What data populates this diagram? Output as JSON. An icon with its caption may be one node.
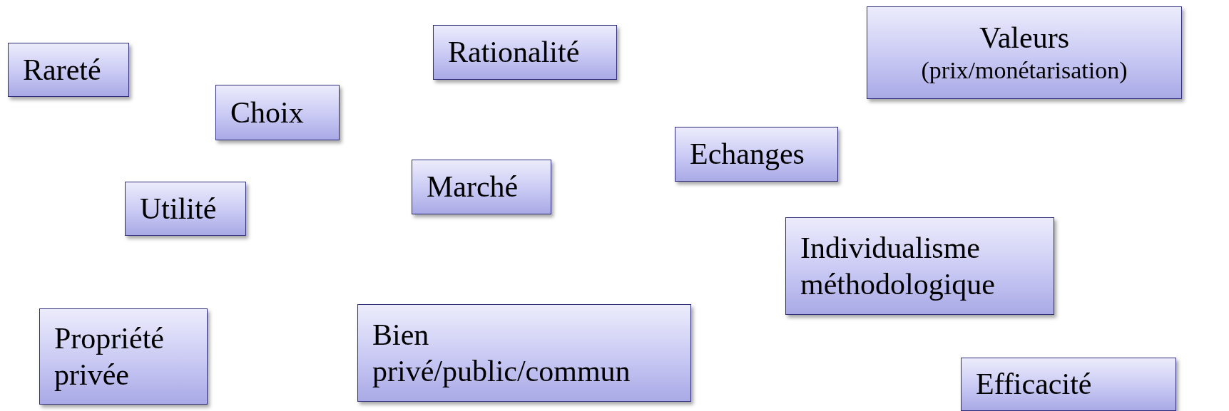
{
  "diagram": {
    "nodes": [
      {
        "text": [
          "Valeurs",
          "(prix/monétarisation)"
        ]
      },
      {
        "text": [
          "Rationalité"
        ]
      },
      {
        "text": [
          "Rareté"
        ]
      },
      {
        "text": [
          "Choix"
        ]
      },
      {
        "text": [
          "Echanges"
        ]
      },
      {
        "text": [
          "Marché"
        ]
      },
      {
        "text": [
          "Utilité"
        ]
      },
      {
        "text": [
          "Individualisme méthodologique"
        ]
      },
      {
        "text": [
          "Bien privé/public/commun"
        ]
      },
      {
        "text": [
          "Propriété privée"
        ]
      },
      {
        "text": [
          "Efficacité"
        ]
      }
    ]
  }
}
